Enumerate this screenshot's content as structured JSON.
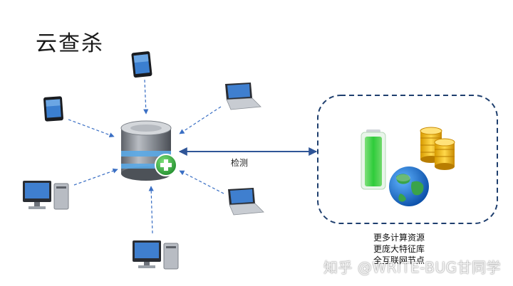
{
  "title": "云查杀",
  "arrow_label": "检测",
  "cloud_features": [
    "更多计算资源",
    "更庞大特征库",
    "全互联网节点"
  ],
  "watermark": "知乎 @WRITE-BUG甘同学",
  "colors": {
    "dash_line": "#3a6fc4",
    "main_arrow": "#2f5597",
    "cloud_border": "#1f3f6e",
    "plus_green": "#2eaa3c"
  }
}
